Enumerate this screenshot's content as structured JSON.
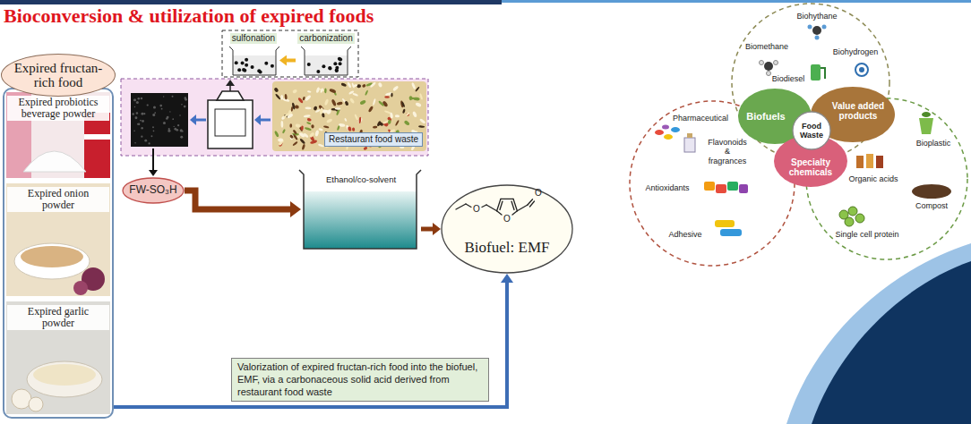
{
  "diagram": {
    "title": "Bioconversion & utilization of expired foods",
    "nodes": [
      {
        "text": [
          "Expired fructan-rich food"
        ]
      },
      {
        "text": [
          "Expired probiotics beverage powder"
        ],
        "in": 0
      },
      {
        "text": [
          "Expired onion powder"
        ],
        "in": 0
      },
      {
        "text": [
          "Expired garlic powder"
        ],
        "in": 0
      },
      {
        "text": [
          "sulfonation"
        ]
      },
      {
        "text": [
          "carbonization"
        ]
      },
      {
        "text": [
          "Restaurant food waste"
        ]
      },
      {
        "text": [
          "FW-SO₃H"
        ]
      },
      {
        "text": [
          "Ethanol/co-solvent"
        ]
      },
      {
        "text": [
          "Biofuel: EMF"
        ]
      },
      {
        "text": [
          "Valorization of expired fructan-rich food into the biofuel, EMF, via a carbonaceous solid acid derived from restaurant food waste"
        ]
      },
      {
        "text": [
          "Biofuels"
        ]
      },
      {
        "text": [
          "Value added products"
        ]
      },
      {
        "text": [
          "Specialty chemicals"
        ]
      },
      {
        "text": [
          "Food Waste"
        ]
      }
    ],
    "edges": [
      {
        "from": 5,
        "to": 4,
        "arrow": "to"
      },
      {
        "from": 7,
        "to": 8,
        "arrow": "to"
      },
      {
        "from": 8,
        "to": 9,
        "arrow": "to"
      },
      {
        "from": 0,
        "to": 9,
        "arrow": "to"
      }
    ],
    "labels": [
      "O",
      "O",
      "O",
      "Biohythane",
      "Biomethane",
      "Biohydrogen",
      "Biodiesel",
      "Pharmaceutical",
      "Flavonoids & fragrances",
      "Antioxidants",
      "Adhesive",
      "Bioplastic",
      "Organic acids",
      "Compost",
      "Single cell protein"
    ]
  }
}
